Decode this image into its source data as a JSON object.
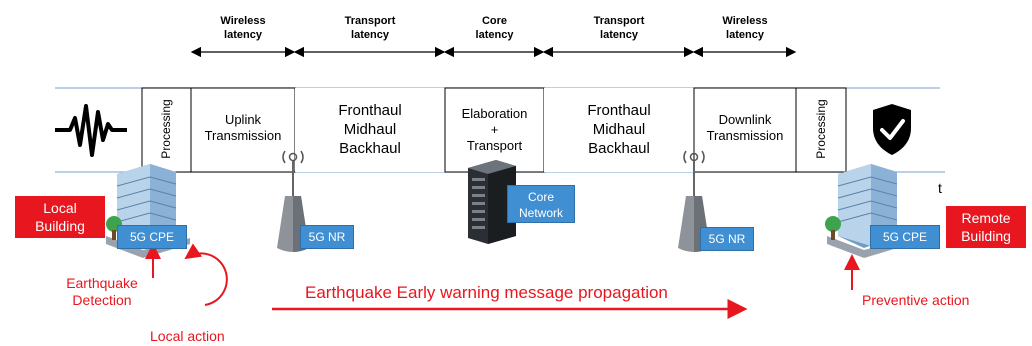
{
  "headers": {
    "wireless_left": [
      "Wireless",
      "latency"
    ],
    "transport_left": [
      "Transport",
      "latency"
    ],
    "core": [
      "Core",
      "latency"
    ],
    "transport_right": [
      "Transport",
      "latency"
    ],
    "wireless_right": [
      "Wireless",
      "latency"
    ]
  },
  "segments": {
    "processing_left": "Processing",
    "uplink": [
      "Uplink",
      "Transmission"
    ],
    "transport_left": [
      "Fronthaul",
      "Midhaul",
      "Backhaul"
    ],
    "elaboration": [
      "Elaboration",
      "+",
      "Transport"
    ],
    "transport_right": [
      "Fronthaul",
      "Midhaul",
      "Backhaul"
    ],
    "downlink": [
      "Downlink",
      "Transmission"
    ],
    "processing_right": "Processing"
  },
  "time_axis_label": "t",
  "labels": {
    "local_building": [
      "Local",
      "Building"
    ],
    "remote_building": [
      "Remote",
      "Building"
    ],
    "cpe_left": "5G CPE",
    "cpe_right": "5G CPE",
    "nr_left": "5G NR",
    "nr_right": "5G NR",
    "core_network": [
      "Core",
      "Network"
    ],
    "earthquake_detection": [
      "Earthquake",
      "Detection"
    ],
    "local_action": "Local action",
    "propagation": "Earthquake Early warning message propagation",
    "preventive_action": "Preventive action"
  },
  "colors": {
    "accent_red": "#e8161e",
    "label_blue": "#3f8fd2",
    "band_line": "#8fb3d9"
  },
  "icons": {
    "seismic": "seismic-wave-icon",
    "shield": "shield-check-icon",
    "building": "office-building-icon",
    "antenna": "antenna-tower-icon",
    "server": "server-rack-icon"
  }
}
